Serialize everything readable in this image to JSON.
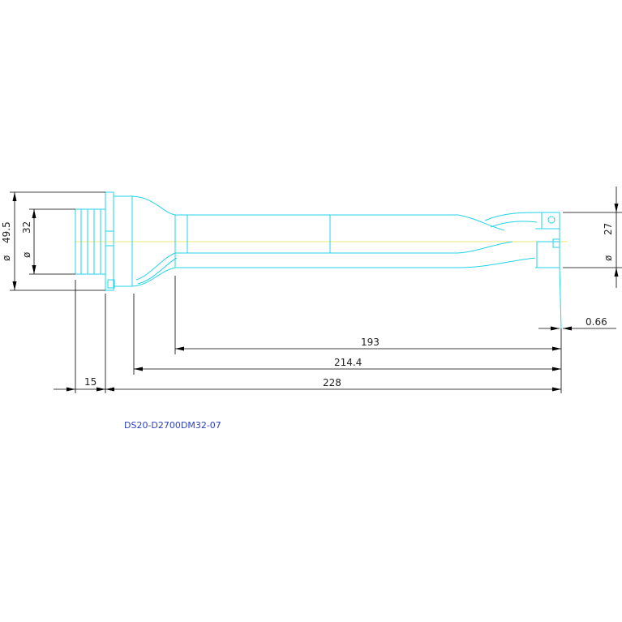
{
  "drawing": {
    "part_number": "DS20-D2700DM32-07",
    "colors": {
      "tool_outline": "#22d3e8",
      "dimension_lines": "#000000",
      "center_line": "#e8e24a",
      "part_number_text": "#2b3fc4"
    }
  },
  "dimensions": {
    "flange_diameter": {
      "symbol": "ø",
      "value": "49.5"
    },
    "shank_diameter": {
      "symbol": "ø",
      "value": "32"
    },
    "drill_diameter": {
      "symbol": "ø",
      "value": "27"
    },
    "length_193": "193",
    "length_214": "214.4",
    "length_228": "228",
    "flange_width": "15",
    "tip_offset": "0.66"
  }
}
